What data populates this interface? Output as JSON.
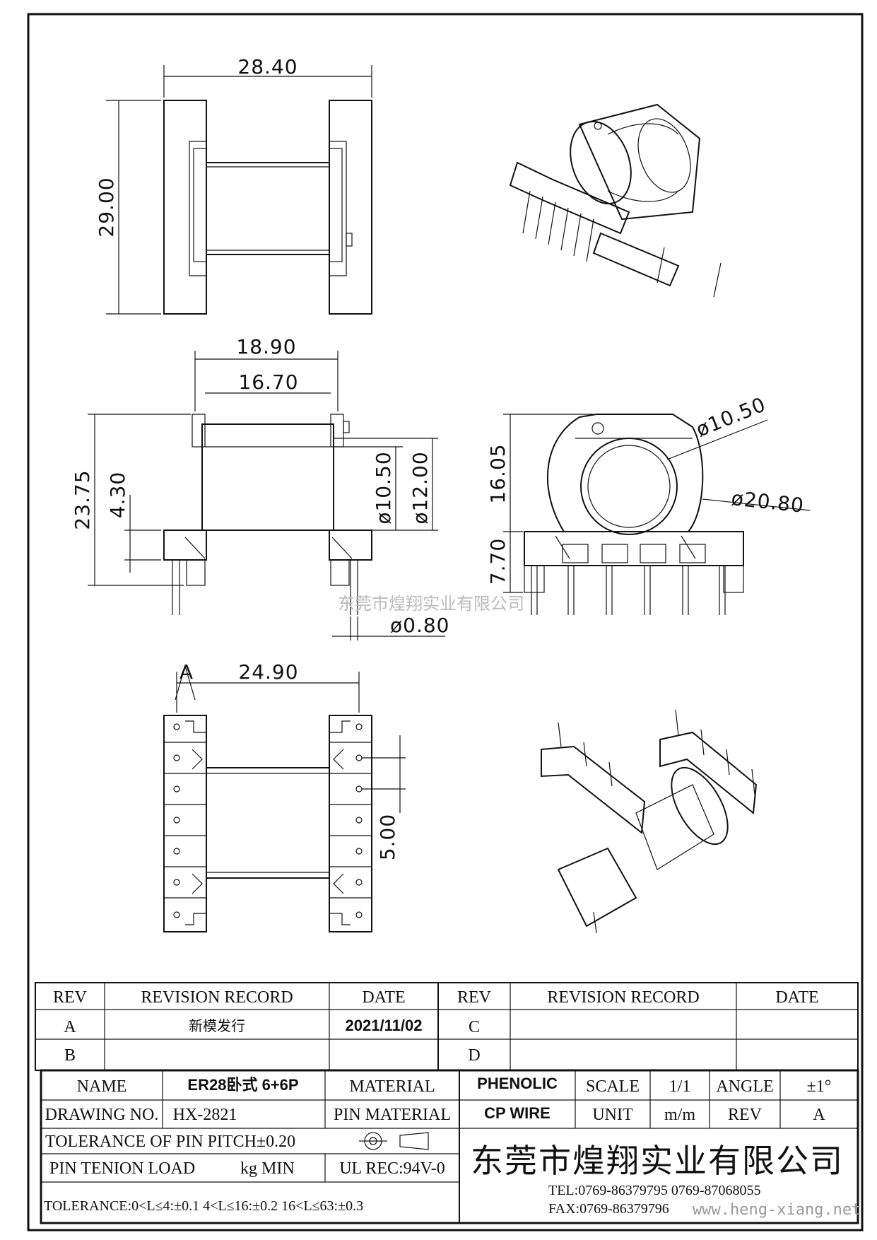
{
  "dimensions": {
    "top_width": "28.40",
    "top_height": "29.00",
    "front_width_outer": "18.90",
    "front_width_inner": "16.70",
    "front_height": "23.75",
    "front_base": "4.30",
    "front_inner_dia": "ø10.50",
    "front_outer_dia": "ø12.00",
    "pin_dia": "ø0.80",
    "side_height": "16.05",
    "side_base": "7.70",
    "side_inner_dia": "ø10.50",
    "side_flange_dia": "ø20.80",
    "bottom_width": "24.90",
    "pin_pitch": "5.00",
    "section_label": "A"
  },
  "watermark": "东莞市煌翔实业有限公司",
  "revision_table": {
    "headers": [
      "REV",
      "REVISION RECORD",
      "DATE",
      "REV",
      "REVISION RECORD",
      "DATE"
    ],
    "rows": [
      {
        "rev": "A",
        "record": "新模发行",
        "date": "2021/11/02",
        "rev2": "C",
        "record2": "",
        "date2": ""
      },
      {
        "rev": "B",
        "record": "",
        "date": "",
        "rev2": "D",
        "record2": "",
        "date2": ""
      }
    ]
  },
  "title_block": {
    "name_label": "NAME",
    "name_value": "ER28卧式  6+6P",
    "material_label": "MATERIAL",
    "material_value": "PHENOLIC",
    "scale_label": "SCALE",
    "scale_value": "1/1",
    "angle_label": "ANGLE",
    "angle_value": "±1°",
    "drawing_no_label": "DRAWING NO.",
    "drawing_no_value": "HX-2821",
    "pin_material_label": "PIN MATERIAL",
    "pin_material_value": "CP WIRE",
    "unit_label": "UNIT",
    "unit_value": "m/m",
    "rev_label": "REV",
    "rev_value": "A",
    "tolerance_pitch": "TOLERANCE OF PIN PITCH±0.20",
    "pin_tension": "PIN TENION LOAD",
    "pin_tension_unit": "kg MIN",
    "ul_rec": "UL REC:94V-0",
    "tolerance": "TOLERANCE:0<L≤4:±0.1   4<L≤16:±0.2   16<L≤63:±0.3",
    "company": "东莞市煌翔实业有限公司",
    "tel": "TEL:0769-86379795    0769-87068055",
    "fax": "FAX:0769-86379796",
    "website": "www.heng-xiang.net"
  }
}
